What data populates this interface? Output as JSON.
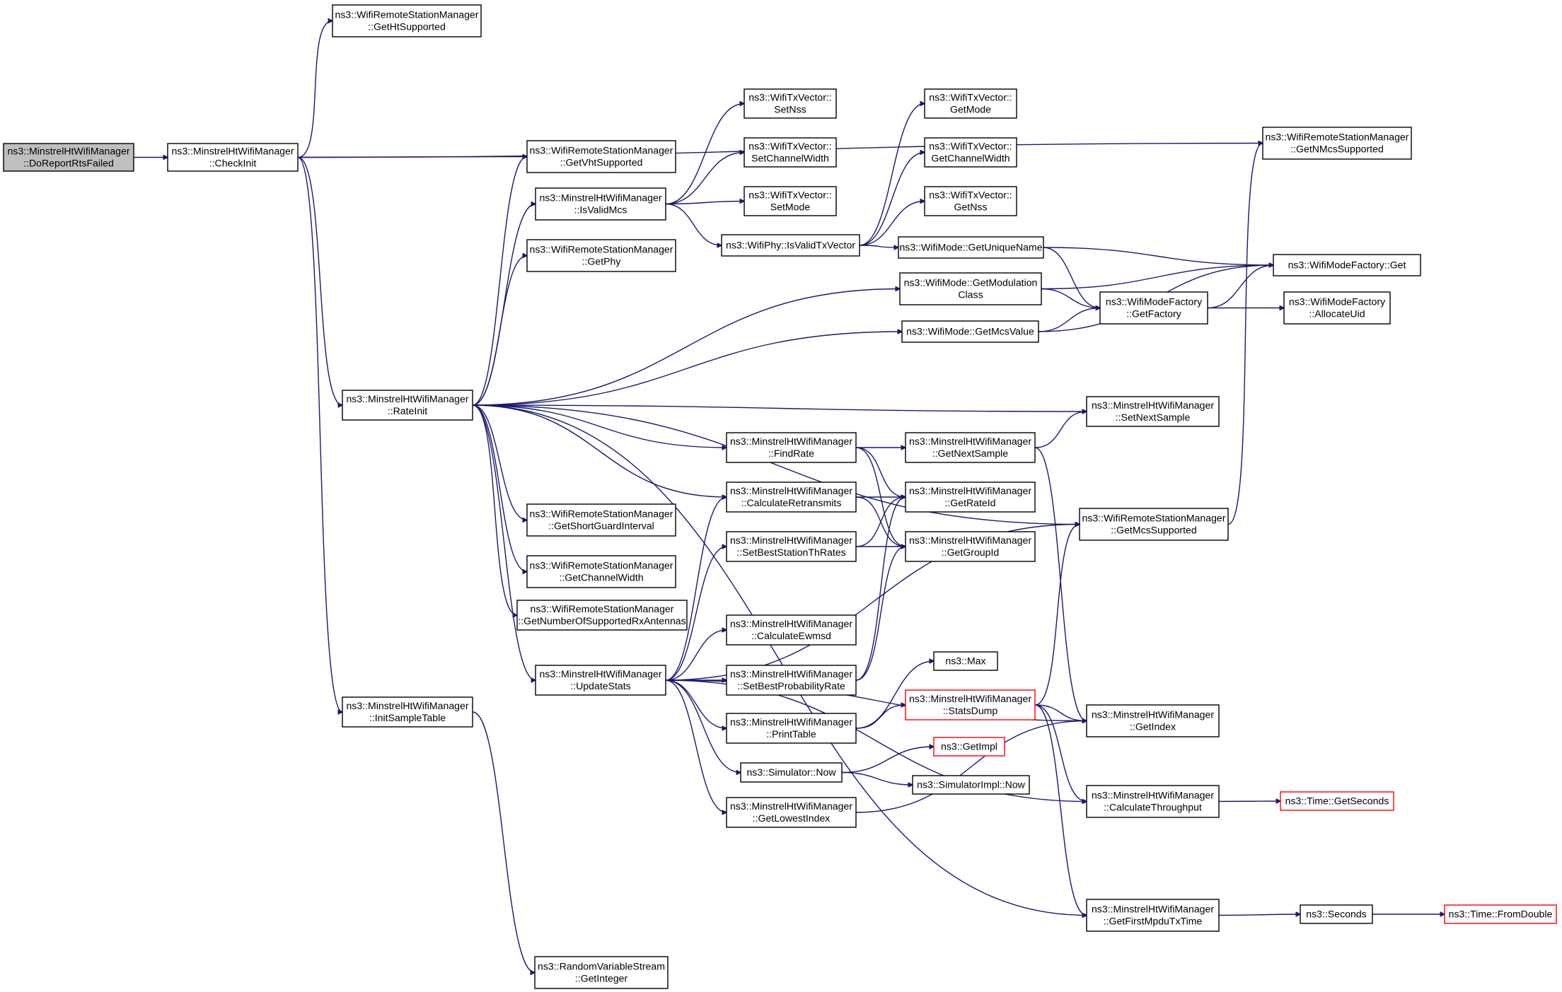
{
  "colors": {
    "edge": "#191970",
    "root_fill": "#bfbfbf",
    "node_border": "#000000",
    "truncated_border": "#ff0000"
  },
  "nodes": [
    {
      "id": "root",
      "lines": [
        "ns3::MinstrelHtWifiManager",
        "::DoReportRtsFailed"
      ],
      "style": "root"
    },
    {
      "id": "checkinit",
      "lines": [
        "ns3::MinstrelHtWifiManager",
        "::CheckInit"
      ]
    },
    {
      "id": "getht",
      "lines": [
        "ns3::WifiRemoteStationManager",
        "::GetHtSupported"
      ]
    },
    {
      "id": "getvht",
      "lines": [
        "ns3::WifiRemoteStationManager",
        "::GetVhtSupported"
      ]
    },
    {
      "id": "getnmcs",
      "lines": [
        "ns3::WifiRemoteStationManager",
        "::GetNMcsSupported"
      ]
    },
    {
      "id": "ratenit",
      "lines": [
        "ns3::MinstrelHtWifiManager",
        "::RateInit"
      ]
    },
    {
      "id": "initsample",
      "lines": [
        "ns3::MinstrelHtWifiManager",
        "::InitSampleTable"
      ]
    },
    {
      "id": "getinteger",
      "lines": [
        "ns3::RandomVariableStream",
        "::GetInteger"
      ]
    },
    {
      "id": "isvalidmcs",
      "lines": [
        "ns3::MinstrelHtWifiManager",
        "::IsValidMcs"
      ]
    },
    {
      "id": "getphy",
      "lines": [
        "ns3::WifiRemoteStationManager",
        "::GetPhy"
      ]
    },
    {
      "id": "getsgi",
      "lines": [
        "ns3::WifiRemoteStationManager",
        "::GetShortGuardInterval"
      ]
    },
    {
      "id": "getcw",
      "lines": [
        "ns3::WifiRemoteStationManager",
        "::GetChannelWidth"
      ]
    },
    {
      "id": "getnrx",
      "lines": [
        "ns3::WifiRemoteStationManager",
        "::GetNumberOfSupportedRxAntennas"
      ]
    },
    {
      "id": "updatestats",
      "lines": [
        "ns3::MinstrelHtWifiManager",
        "::UpdateStats"
      ]
    },
    {
      "id": "setnss",
      "lines": [
        "ns3::WifiTxVector::",
        "SetNss"
      ]
    },
    {
      "id": "setcw",
      "lines": [
        "ns3::WifiTxVector::",
        "SetChannelWidth"
      ]
    },
    {
      "id": "setmode",
      "lines": [
        "ns3::WifiTxVector::",
        "SetMode"
      ]
    },
    {
      "id": "isvalidtx",
      "lines": [
        "ns3::WifiPhy::IsValidTxVector"
      ]
    },
    {
      "id": "getmode",
      "lines": [
        "ns3::WifiTxVector::",
        "GetMode"
      ]
    },
    {
      "id": "getcw2",
      "lines": [
        "ns3::WifiTxVector::",
        "GetChannelWidth"
      ]
    },
    {
      "id": "getnss",
      "lines": [
        "ns3::WifiTxVector::",
        "GetNss"
      ]
    },
    {
      "id": "getuname",
      "lines": [
        "ns3::WifiMode::GetUniqueName"
      ]
    },
    {
      "id": "getmodclass",
      "lines": [
        "ns3::WifiMode::GetModulation",
        "Class"
      ]
    },
    {
      "id": "getmcsvalue",
      "lines": [
        "ns3::WifiMode::GetMcsValue"
      ]
    },
    {
      "id": "getfactory",
      "lines": [
        "ns3::WifiModeFactory",
        "::GetFactory"
      ]
    },
    {
      "id": "mfget",
      "lines": [
        "ns3::WifiModeFactory::Get"
      ]
    },
    {
      "id": "allocuid",
      "lines": [
        "ns3::WifiModeFactory",
        "::AllocateUid"
      ]
    },
    {
      "id": "findrate",
      "lines": [
        "ns3::MinstrelHtWifiManager",
        "::FindRate"
      ]
    },
    {
      "id": "calcretrans",
      "lines": [
        "ns3::MinstrelHtWifiManager",
        "::CalculateRetransmits"
      ]
    },
    {
      "id": "setbeststation",
      "lines": [
        "ns3::MinstrelHtWifiManager",
        "::SetBestStationThRates"
      ]
    },
    {
      "id": "calcewmsd",
      "lines": [
        "ns3::MinstrelHtWifiManager",
        "::CalculateEwmsd"
      ]
    },
    {
      "id": "setbestprob",
      "lines": [
        "ns3::MinstrelHtWifiManager",
        "::SetBestProbabilityRate"
      ]
    },
    {
      "id": "printtable",
      "lines": [
        "ns3::MinstrelHtWifiManager",
        "::PrintTable"
      ]
    },
    {
      "id": "simnow",
      "lines": [
        "ns3::Simulator::Now"
      ]
    },
    {
      "id": "getlowest",
      "lines": [
        "ns3::MinstrelHtWifiManager",
        "::GetLowestIndex"
      ]
    },
    {
      "id": "getnextsample",
      "lines": [
        "ns3::MinstrelHtWifiManager",
        "::GetNextSample"
      ]
    },
    {
      "id": "getrateid",
      "lines": [
        "ns3::MinstrelHtWifiManager",
        "::GetRateId"
      ]
    },
    {
      "id": "getgroupid",
      "lines": [
        "ns3::MinstrelHtWifiManager",
        "::GetGroupId"
      ]
    },
    {
      "id": "max",
      "lines": [
        "ns3::Max"
      ]
    },
    {
      "id": "statsdump",
      "lines": [
        "ns3::MinstrelHtWifiManager",
        "::StatsDump"
      ],
      "style": "red"
    },
    {
      "id": "getimpl",
      "lines": [
        "ns3::GetImpl"
      ],
      "style": "red"
    },
    {
      "id": "simimplnow",
      "lines": [
        "ns3::SimulatorImpl::Now"
      ]
    },
    {
      "id": "setnextsample",
      "lines": [
        "ns3::MinstrelHtWifiManager",
        "::SetNextSample"
      ]
    },
    {
      "id": "getmcssupported",
      "lines": [
        "ns3::WifiRemoteStationManager",
        "::GetMcsSupported"
      ]
    },
    {
      "id": "getindex",
      "lines": [
        "ns3::MinstrelHtWifiManager",
        "::GetIndex"
      ]
    },
    {
      "id": "calcthroughput",
      "lines": [
        "ns3::MinstrelHtWifiManager",
        "::CalculateThroughput"
      ]
    },
    {
      "id": "getfirstmpdu",
      "lines": [
        "ns3::MinstrelHtWifiManager",
        "::GetFirstMpduTxTime"
      ]
    },
    {
      "id": "getseconds",
      "lines": [
        "ns3::Time::GetSeconds"
      ],
      "style": "red"
    },
    {
      "id": "seconds",
      "lines": [
        "ns3::Seconds"
      ]
    },
    {
      "id": "fromdouble",
      "lines": [
        "ns3::Time::FromDouble"
      ],
      "style": "red"
    }
  ],
  "edges": [
    [
      "root",
      "checkinit"
    ],
    [
      "checkinit",
      "getht"
    ],
    [
      "checkinit",
      "getvht"
    ],
    [
      "checkinit",
      "getnmcs"
    ],
    [
      "checkinit",
      "ratenit"
    ],
    [
      "checkinit",
      "initsample"
    ],
    [
      "initsample",
      "getinteger"
    ],
    [
      "ratenit",
      "getvht"
    ],
    [
      "ratenit",
      "isvalidmcs"
    ],
    [
      "ratenit",
      "getphy"
    ],
    [
      "ratenit",
      "getmodclass"
    ],
    [
      "ratenit",
      "getmcsvalue"
    ],
    [
      "ratenit",
      "setnextsample"
    ],
    [
      "ratenit",
      "getmcssupported"
    ],
    [
      "ratenit",
      "findrate"
    ],
    [
      "ratenit",
      "calcretrans"
    ],
    [
      "ratenit",
      "getsgi"
    ],
    [
      "ratenit",
      "getcw"
    ],
    [
      "ratenit",
      "getnrx"
    ],
    [
      "ratenit",
      "updatestats"
    ],
    [
      "ratenit",
      "getfirstmpdu"
    ],
    [
      "isvalidmcs",
      "setnss"
    ],
    [
      "isvalidmcs",
      "setcw"
    ],
    [
      "isvalidmcs",
      "setmode"
    ],
    [
      "isvalidmcs",
      "isvalidtx"
    ],
    [
      "isvalidtx",
      "getmode"
    ],
    [
      "isvalidtx",
      "getcw2"
    ],
    [
      "isvalidtx",
      "getnss"
    ],
    [
      "isvalidtx",
      "getuname"
    ],
    [
      "getuname",
      "getfactory"
    ],
    [
      "getuname",
      "mfget"
    ],
    [
      "getmodclass",
      "getfactory"
    ],
    [
      "getmodclass",
      "mfget"
    ],
    [
      "getmcsvalue",
      "getfactory"
    ],
    [
      "getmcsvalue",
      "mfget"
    ],
    [
      "getfactory",
      "mfget"
    ],
    [
      "getfactory",
      "allocuid"
    ],
    [
      "findrate",
      "getnextsample"
    ],
    [
      "findrate",
      "getrateid"
    ],
    [
      "findrate",
      "getgroupid"
    ],
    [
      "getnextsample",
      "setnextsample"
    ],
    [
      "getnextsample",
      "getindex"
    ],
    [
      "calcretrans",
      "getrateid"
    ],
    [
      "calcretrans",
      "getgroupid"
    ],
    [
      "setbeststation",
      "getrateid"
    ],
    [
      "setbeststation",
      "getgroupid"
    ],
    [
      "setbestprob",
      "getrateid"
    ],
    [
      "setbestprob",
      "getgroupid"
    ],
    [
      "updatestats",
      "calcretrans"
    ],
    [
      "updatestats",
      "setbeststation"
    ],
    [
      "updatestats",
      "getmcssupported"
    ],
    [
      "updatestats",
      "calcewmsd"
    ],
    [
      "updatestats",
      "setbestprob"
    ],
    [
      "updatestats",
      "printtable"
    ],
    [
      "updatestats",
      "simnow"
    ],
    [
      "updatestats",
      "getlowest"
    ],
    [
      "updatestats",
      "getindex"
    ],
    [
      "updatestats",
      "calcthroughput"
    ],
    [
      "printtable",
      "max"
    ],
    [
      "printtable",
      "statsdump"
    ],
    [
      "simnow",
      "getimpl"
    ],
    [
      "simnow",
      "simimplnow"
    ],
    [
      "getlowest",
      "getindex"
    ],
    [
      "statsdump",
      "getmcssupported"
    ],
    [
      "statsdump",
      "getindex"
    ],
    [
      "statsdump",
      "calcthroughput"
    ],
    [
      "statsdump",
      "getfirstmpdu"
    ],
    [
      "getmcssupported",
      "getnmcs"
    ],
    [
      "calcthroughput",
      "getseconds"
    ],
    [
      "getfirstmpdu",
      "seconds"
    ],
    [
      "seconds",
      "fromdouble"
    ]
  ]
}
